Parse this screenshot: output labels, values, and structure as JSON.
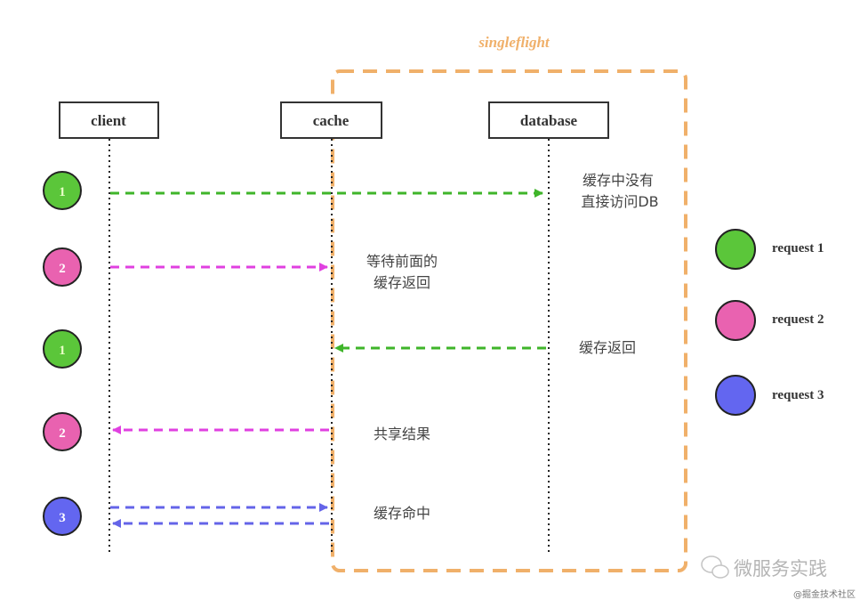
{
  "title": "singleflight",
  "colors": {
    "group_border": "#f0b06a",
    "request_1": "#5bc63a",
    "request_2": "#e962b0",
    "request_3": "#6366f0",
    "arrow_green": "#3fb52a",
    "arrow_pink": "#e040e0",
    "arrow_blue": "#6464e8"
  },
  "actors": [
    {
      "id": "client",
      "label": "client"
    },
    {
      "id": "cache",
      "label": "cache"
    },
    {
      "id": "database",
      "label": "database"
    }
  ],
  "steps": [
    {
      "request": 1,
      "badge": "1",
      "from": "client",
      "to": "database",
      "color": "arrow_green",
      "note_lines": [
        "缓存中没有",
        "直接访问DB"
      ]
    },
    {
      "request": 2,
      "badge": "2",
      "from": "client",
      "to": "cache",
      "color": "arrow_pink",
      "note_lines": [
        "等待前面的",
        "缓存返回"
      ]
    },
    {
      "request": 1,
      "badge": "1",
      "from": "database",
      "to": "cache",
      "color": "arrow_green",
      "note_lines": [
        "缓存返回"
      ]
    },
    {
      "request": 2,
      "badge": "2",
      "from": "cache",
      "to": "client",
      "color": "arrow_pink",
      "note_lines": [
        "共享结果"
      ]
    },
    {
      "request": 3,
      "badge": "3",
      "from": "client",
      "to": "cache",
      "return": true,
      "color": "arrow_blue",
      "note_lines": [
        "缓存命中"
      ]
    }
  ],
  "legend": [
    {
      "request": 1,
      "label": "request 1"
    },
    {
      "request": 2,
      "label": "request 2"
    },
    {
      "request": 3,
      "label": "request 3"
    }
  ],
  "watermark": {
    "brand": "微服务实践",
    "credit": "@掘金技术社区"
  }
}
